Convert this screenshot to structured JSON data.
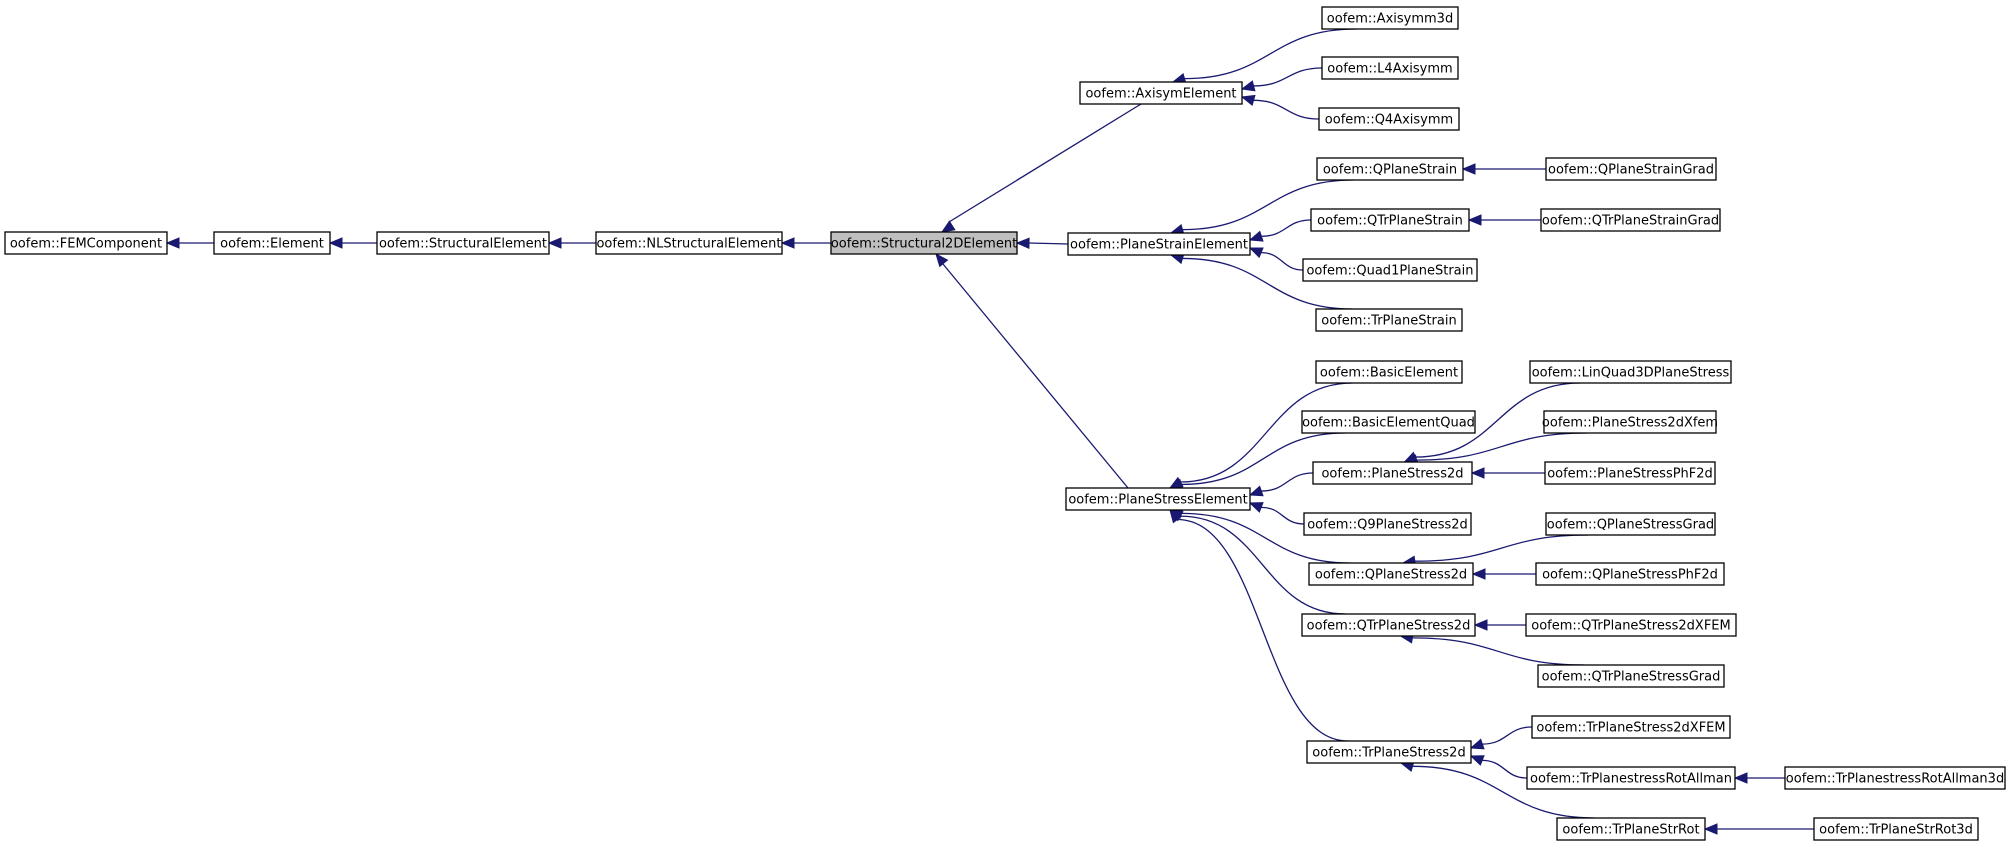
{
  "colors": {
    "edge": "#191970",
    "node_fill": "#ffffff",
    "focus_fill": "#bfbfbf",
    "border": "#000000"
  },
  "nodes": {
    "fem": "oofem::FEMComponent",
    "el": "oofem::Element",
    "se": "oofem::StructuralElement",
    "nls": "oofem::NLStructuralElement",
    "s2d": "oofem::Structural2DElement",
    "axi": "oofem::AxisymElement",
    "axi3d": "oofem::Axisymm3d",
    "l4": "oofem::L4Axisymm",
    "q4": "oofem::Q4Axisymm",
    "pse": "oofem::PlaneStrainElement",
    "qps": "oofem::QPlaneStrain",
    "qpsg": "oofem::QPlaneStrainGrad",
    "qtps": "oofem::QTrPlaneStrain",
    "qtpsg": "oofem::QTrPlaneStrainGrad",
    "quad1": "oofem::Quad1PlaneStrain",
    "trps": "oofem::TrPlaneStrain",
    "pst": "oofem::PlaneStressElement",
    "be": "oofem::BasicElement",
    "beq": "oofem::BasicElementQuad",
    "ps2d": "oofem::PlaneStress2d",
    "lq3d": "oofem::LinQuad3DPlaneStress",
    "ps2dx": "oofem::PlaneStress2dXfem",
    "psphf": "oofem::PlaneStressPhF2d",
    "q9": "oofem::Q9PlaneStress2d",
    "qps2d": "oofem::QPlaneStress2d",
    "qpsgr": "oofem::QPlaneStressGrad",
    "qpsphf": "oofem::QPlaneStressPhF2d",
    "qtr": "oofem::QTrPlaneStress2d",
    "qtrx": "oofem::QTrPlaneStress2dXFEM",
    "qtrg": "oofem::QTrPlaneStressGrad",
    "tr": "oofem::TrPlaneStress2d",
    "trx": "oofem::TrPlaneStress2dXFEM",
    "tra": "oofem::TrPlanestressRotAllman",
    "tra3d": "oofem::TrPlanestressRotAllman3d",
    "trsr": "oofem::TrPlaneStrRot",
    "trsr3d": "oofem::TrPlaneStrRot3d"
  }
}
